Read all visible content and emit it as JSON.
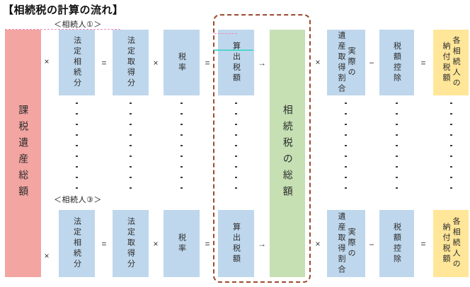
{
  "title": "【相続税の計算の流れ】",
  "heirs": {
    "first": "＜相続人①＞",
    "third": "＜相続人③＞"
  },
  "labels": {
    "taxable_estate_total": "課税遺産総額",
    "inheritance_tax_total": "相続税の総額",
    "statutory_share": "法定相続分",
    "statutory_acquired_share": "法定取得分",
    "tax_rate": "税率",
    "calculated_tax": "算出税額",
    "actual": "実際の",
    "estate_acquisition_ratio": "遺産取得割合",
    "tax_credit": "税額控除",
    "each_heir": "各相続人の",
    "tax_payable": "納付税額"
  },
  "operators": {
    "multiply": "×",
    "equals": "=",
    "arrow": "→",
    "minus": "−"
  },
  "colors": {
    "pink_box": "#f3a5a1",
    "blue_box": "#bfd7ec",
    "green_box": "#c6e0b4",
    "yellow_box": "#ffe699",
    "dashed_frame": "#9c4a30"
  }
}
